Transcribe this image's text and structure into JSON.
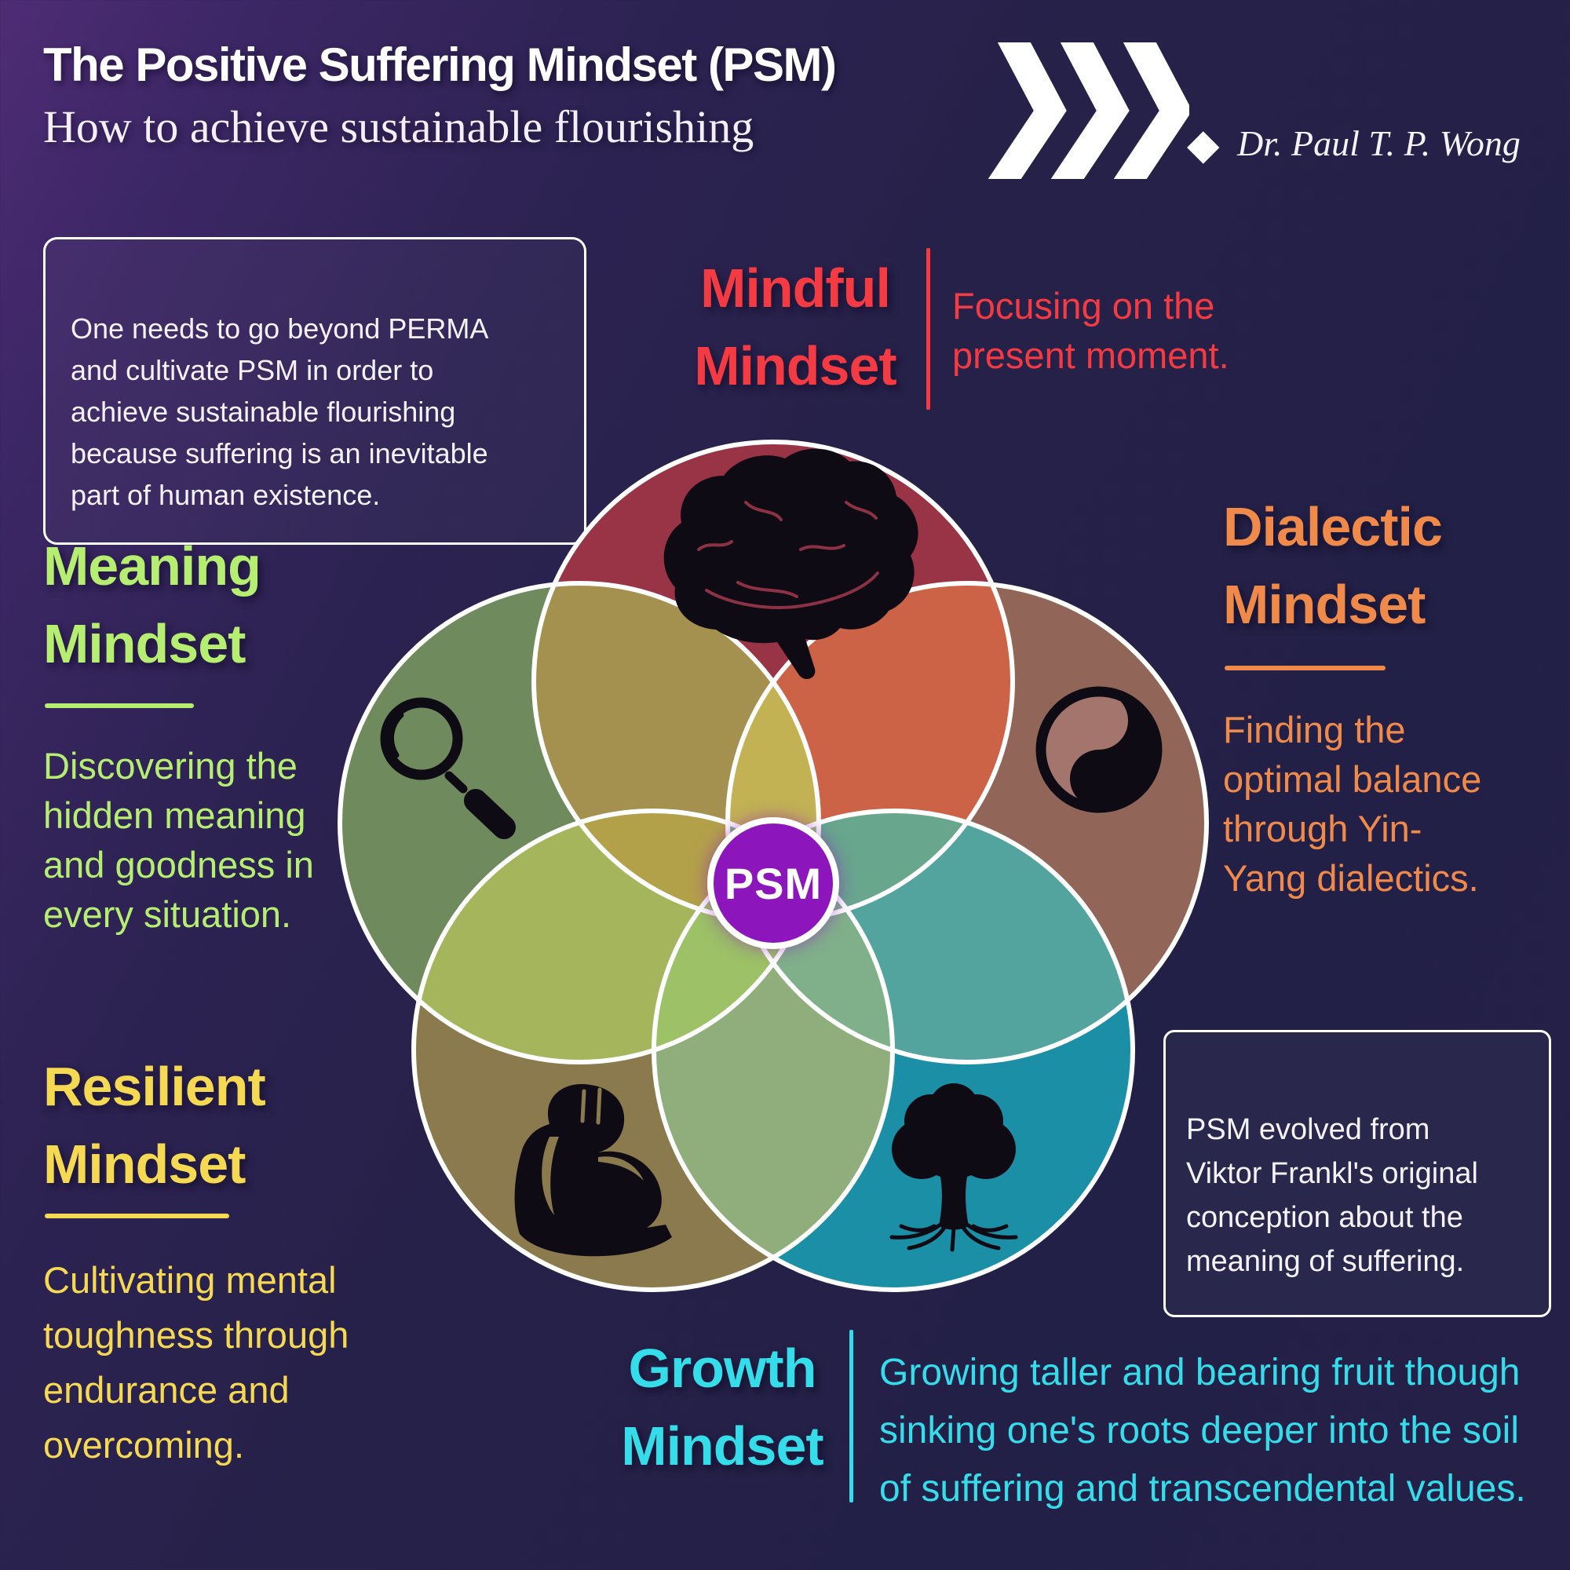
{
  "header": {
    "title": "The Positive Suffering Mindset (PSM)",
    "subtitle": "How to achieve sustainable flourishing",
    "diamond": "◆",
    "author": "Dr. Paul T. P. Wong",
    "chevron_color": "#ffffff"
  },
  "intro_box": {
    "text": "One needs to go beyond PERMA\nand cultivate PSM in order to\nachieve sustainable flourishing\nbecause suffering is an inevitable\npart of human existence."
  },
  "frankl_box": {
    "text": "PSM evolved from\nViktor Frankl's  original\nconception about the\nmeaning of suffering."
  },
  "center": {
    "label": "PSM",
    "color": "#8c16bb"
  },
  "mindsets": [
    {
      "name": "Mindful Mindset",
      "line1": "Mindful",
      "line2": "Mindset",
      "description": "Focusing on the\npresent moment.",
      "accent": "#f43a42",
      "icon": "brain-icon",
      "circle_color": "#993346"
    },
    {
      "name": "Dialectic Mindset",
      "line1": "Dialectic",
      "line2": "Mindset",
      "description": "Finding the\noptimal balance\nthrough Yin-\nYang dialectics.",
      "accent": "#f08a4b",
      "icon": "yin-yang-icon",
      "circle_color": "#916658"
    },
    {
      "name": "Meaning Mindset",
      "line1": "Meaning",
      "line2": "Mindset",
      "description": "Discovering the\nhidden meaning\nand goodness in\nevery situation.",
      "accent": "#b5ee71",
      "icon": "magnifier-icon",
      "circle_color": "#6f8a5c"
    },
    {
      "name": "Resilient Mindset",
      "line1": "Resilient",
      "line2": "Mindset",
      "description": "Cultivating mental\ntoughness through\nendurance and overcoming.",
      "accent": "#f5d952",
      "icon": "flexed-bicep-icon",
      "circle_color": "#8a7a4e"
    },
    {
      "name": "Growth Mindset",
      "line1": "Growth",
      "line2": "Mindset",
      "description": "Growing taller and bearing fruit though\nsinking one's roots deeper into the soil\nof suffering and transcendental values.",
      "accent": "#35dcea",
      "icon": "tree-icon",
      "circle_color": "#1b8fa5"
    }
  ],
  "venn": {
    "outline": "#ffffff",
    "overlap_colors": {
      "mindful_dialectic": "#cc6347",
      "dialectic_growth": "#53a39e",
      "growth_resilient": "#8fae7c",
      "resilient_meaning": "#a4b55b",
      "meaning_mindful": "#a5914f",
      "mindful_resilient": "#b3a14a",
      "mindful_growth": "#68a68e",
      "meaning_dialectic": "#c2b254",
      "meaning_growth": "#9cc166",
      "dialectic_resilient": "#80b08a"
    }
  }
}
